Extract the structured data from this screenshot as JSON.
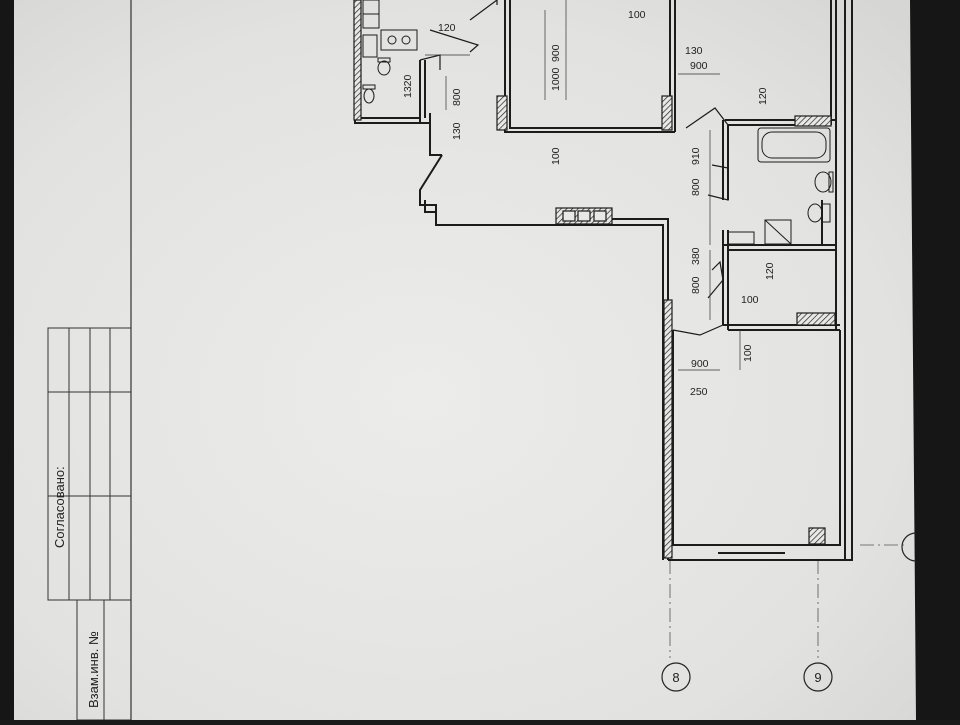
{
  "stamp": {
    "approved_label": "Согласовано:",
    "inventory_label": "Взам.инв. №"
  },
  "axes": [
    {
      "id": "axis-8",
      "label": "8"
    },
    {
      "id": "axis-9",
      "label": "9"
    }
  ],
  "dimensions": [
    "120",
    "900",
    "1000",
    "100",
    "130",
    "900",
    "1320",
    "800",
    "130",
    "120",
    "100",
    "910",
    "800",
    "800",
    "380",
    "120",
    "100",
    "100",
    "900",
    "250"
  ],
  "colors": {
    "paper": "#e8e8e6",
    "line": "#1c1c1c",
    "background": "#1a1a1a"
  }
}
